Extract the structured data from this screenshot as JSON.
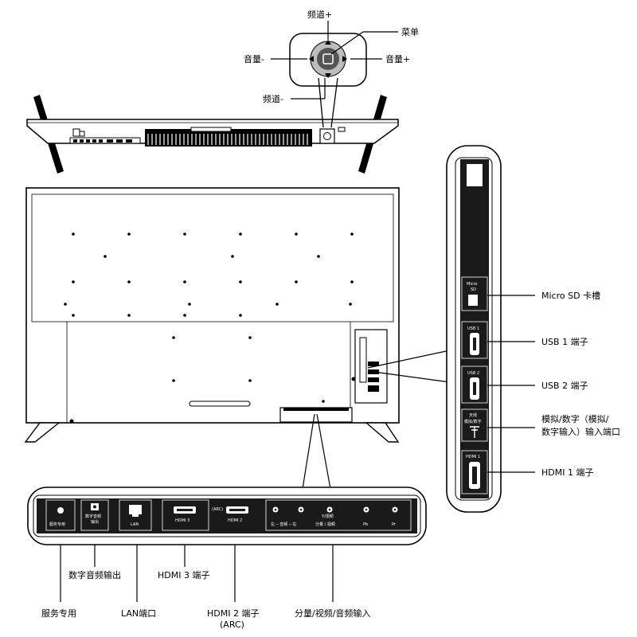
{
  "controls": {
    "channel_up": "频道+",
    "channel_down": "频道-",
    "volume_down": "音量-",
    "volume_up": "音量+",
    "menu": "菜单"
  },
  "side_panel": {
    "micro_sd_label": "Micro SD 卡槽",
    "usb1_label": "USB 1 端子",
    "usb2_label": "USB 2 端子",
    "antenna_label_line1": "模拟/数字（模拟/",
    "antenna_label_line2": "数字输入）输入端口",
    "hdmi1_label": "HDMI 1 端子",
    "port_texts": {
      "micro": "Micro",
      "sd": "SD",
      "usb1": "USB 1",
      "usb2": "USB 2",
      "antenna1": "天线",
      "antenna2": "模拟/数字",
      "hdmi1": "HDMI 1"
    }
  },
  "bottom_panel": {
    "service_label": "服务专用",
    "digital_audio_label": "数字音频输出",
    "lan_label": "LAN端口",
    "hdmi3_label": "HDMI 3 端子",
    "hdmi2_label_line1": "HDMI 2 端子",
    "hdmi2_label_line2": "(ARC)",
    "component_label": "分量/视频/音频输入",
    "port_texts": {
      "service": "服务专用",
      "digital1": "数字音频",
      "digital2": "输出",
      "lan": "LAN",
      "hdmi3": "HDMI 3",
      "arc": "(ARC)",
      "hdmi2": "HDMI 2",
      "audio_lr": "左 ─ 音频 ─ 右",
      "y_video1": "Y/视频",
      "y_video2": "分量 / 视频",
      "pb": "Pb",
      "pr": "Pr"
    }
  },
  "colors": {
    "ink": "#000000",
    "panel_gray": "#d9d9d9",
    "port_bar": "#1a1a1a"
  }
}
